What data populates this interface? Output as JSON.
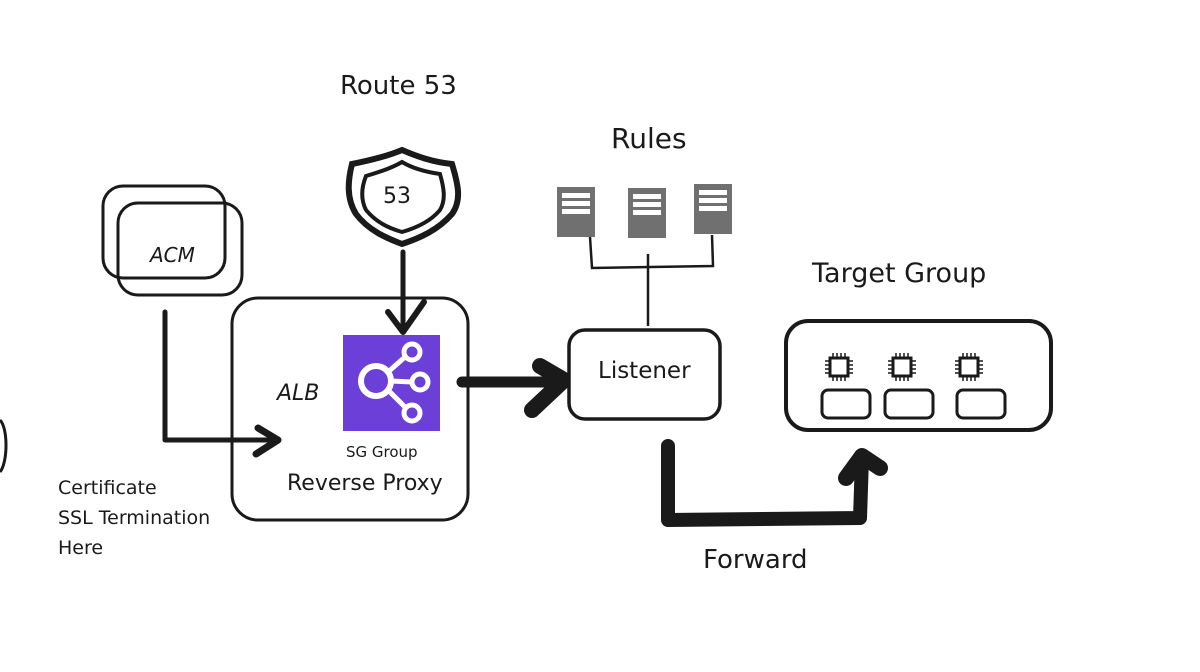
{
  "diagram": {
    "colors": {
      "ink": "#1a1a1a",
      "alb_icon_bg": "#6b3fd8",
      "server_gray": "#707070"
    },
    "labels": {
      "route53_title": "Route 53",
      "route53_badge": "53",
      "acm": "ACM",
      "certificate_note": [
        "Certificate",
        "SSL Termination",
        "Here"
      ],
      "alb": "ALB",
      "sg_group": "SG Group",
      "reverse_proxy": "Reverse Proxy",
      "rules_title": "Rules",
      "listener": "Listener",
      "target_group_title": "Target Group",
      "forward": "Forward"
    },
    "icons": {
      "route53": "route53-shield-icon",
      "alb": "load-balancer-icon",
      "rules": "server-icon",
      "targets": "chip-icon"
    },
    "rules_count": 3,
    "targets_count": 3
  }
}
